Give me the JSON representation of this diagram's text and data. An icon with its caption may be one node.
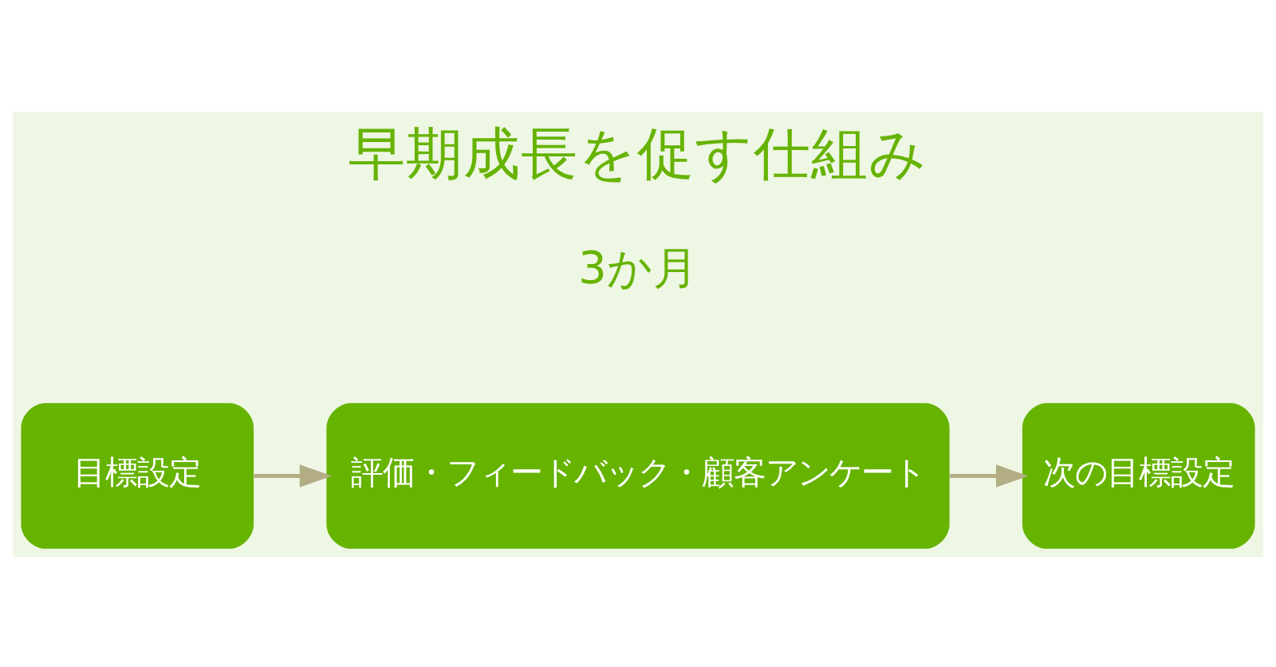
{
  "diagram": {
    "title": "早期成長を促す仕組み",
    "nodes": [
      {
        "text": [
          "目標設定"
        ]
      },
      {
        "text": [
          "評価・フィードバック・顧客アンケート"
        ]
      },
      {
        "text": [
          "次の目標設定"
        ]
      }
    ],
    "edges": [
      {
        "from": 0,
        "to": 1,
        "arrow": "to"
      },
      {
        "from": 1,
        "to": 2,
        "arrow": "to"
      }
    ],
    "labels": [
      "3か月"
    ]
  }
}
